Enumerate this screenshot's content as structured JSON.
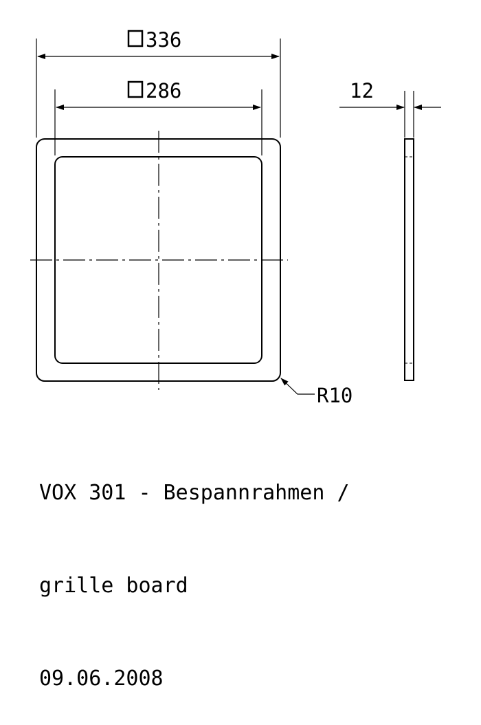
{
  "drawing": {
    "outer_dimension": "336",
    "inner_dimension": "286",
    "thickness_dimension": "12",
    "corner_radius_label": "R10",
    "square_symbol": "square-symbol-icon"
  },
  "caption": {
    "line1": "VOX 301 - Bespannrahmen /",
    "line2": "grille board",
    "line3": "09.06.2008"
  }
}
